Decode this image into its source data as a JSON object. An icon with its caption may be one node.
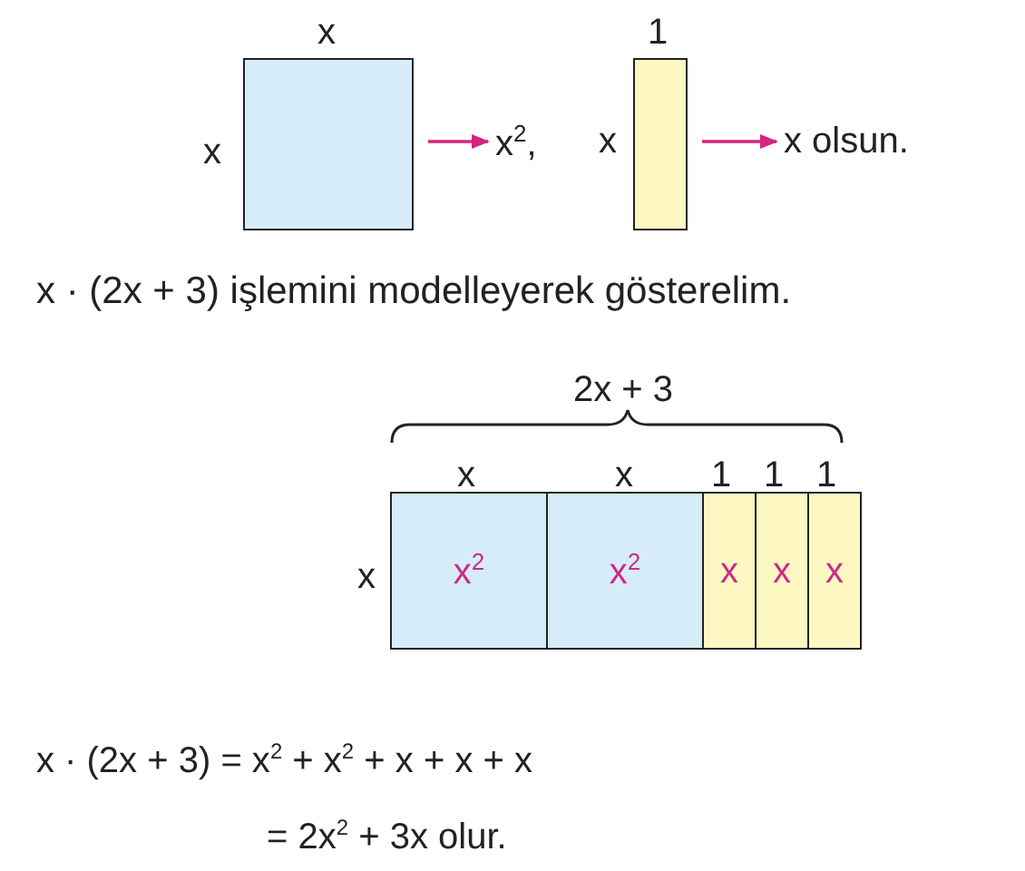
{
  "diagram": {
    "nodes": [
      {
        "text": [],
        "shape": "box"
      },
      {
        "text": [
          "x$^{2}$,"
        ]
      },
      {
        "text": [],
        "shape": "box"
      },
      {
        "text": [
          "x olsun."
        ]
      },
      {
        "text": [
          "x$^{2}$"
        ]
      },
      {
        "text": [
          "x$^{2}$"
        ]
      },
      {
        "text": [
          "x"
        ]
      },
      {
        "text": [
          "x"
        ]
      },
      {
        "text": [
          "x"
        ]
      }
    ],
    "edges": [
      {
        "from": 0,
        "to": 1,
        "arrow": "to"
      },
      {
        "from": 2,
        "to": 3,
        "arrow": "to"
      }
    ],
    "labels": [
      "x",
      "x",
      "1",
      "x",
      "x · (2x + 3) işlemini modelleyerek gösterelim.",
      "2x + 3",
      "x",
      "x",
      "1",
      "1",
      "1",
      "x",
      "x · (2x + 3)  = x$^{2}$ + x$^{2}$ + x + x + x",
      "= 2x$^{2}$ + 3x olur."
    ]
  }
}
